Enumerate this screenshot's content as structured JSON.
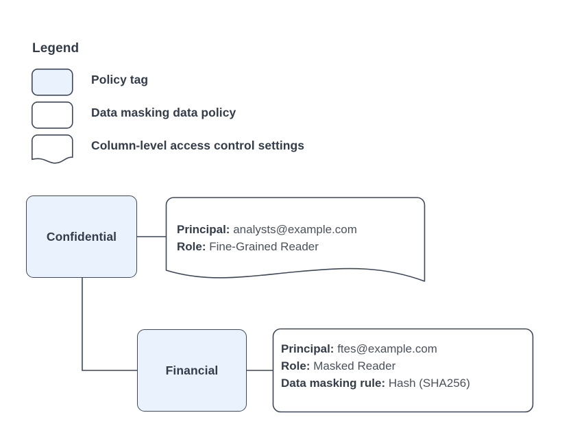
{
  "legend": {
    "title": "Legend",
    "items": [
      {
        "label": "Policy tag",
        "shape": "rounded-rect-filled",
        "fill": "#eaf2fd"
      },
      {
        "label": "Data masking data policy",
        "shape": "rounded-rect",
        "fill": "#ffffff"
      },
      {
        "label": "Column-level access control settings",
        "shape": "document-wave",
        "fill": "#ffffff"
      }
    ]
  },
  "diagram": {
    "nodes": [
      {
        "id": "confidential",
        "label": "Confidential"
      },
      {
        "id": "financial",
        "label": "Financial"
      }
    ],
    "callouts": [
      {
        "id": "callout-confidential",
        "shape": "document-wave",
        "lines": [
          {
            "key": "Principal:",
            "value": "analysts@example.com"
          },
          {
            "key": "Role:",
            "value": "Fine-Grained Reader"
          }
        ]
      },
      {
        "id": "callout-financial",
        "shape": "rounded-rect",
        "lines": [
          {
            "key": "Principal:",
            "value": "ftes@example.com"
          },
          {
            "key": "Role:",
            "value": "Masked Reader"
          },
          {
            "key": "Data masking rule:",
            "value": "Hash (SHA256)"
          }
        ]
      }
    ]
  },
  "colors": {
    "node_fill": "#eaf2fd",
    "stroke": "#3d4757",
    "text": "#333c49",
    "background": "#ffffff"
  }
}
